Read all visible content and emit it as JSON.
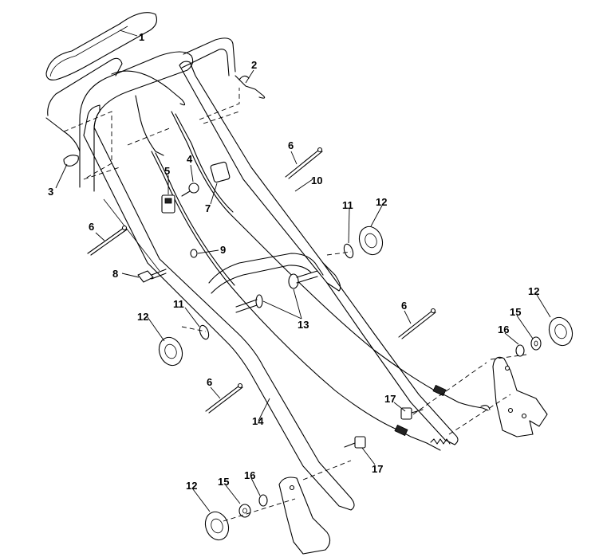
{
  "callouts": [
    {
      "id": "c1",
      "text": "1"
    },
    {
      "id": "c2",
      "text": "2"
    },
    {
      "id": "c3",
      "text": "3"
    },
    {
      "id": "c4",
      "text": "4"
    },
    {
      "id": "c5",
      "text": "5"
    },
    {
      "id": "c6a",
      "text": "6"
    },
    {
      "id": "c6b",
      "text": "6"
    },
    {
      "id": "c6c",
      "text": "6"
    },
    {
      "id": "c6d",
      "text": "6"
    },
    {
      "id": "c7",
      "text": "7"
    },
    {
      "id": "c8",
      "text": "8"
    },
    {
      "id": "c9",
      "text": "9"
    },
    {
      "id": "c10",
      "text": "10"
    },
    {
      "id": "c11a",
      "text": "11"
    },
    {
      "id": "c11b",
      "text": "11"
    },
    {
      "id": "c12a",
      "text": "12"
    },
    {
      "id": "c12b",
      "text": "12"
    },
    {
      "id": "c12c",
      "text": "12"
    },
    {
      "id": "c12d",
      "text": "12"
    },
    {
      "id": "c13",
      "text": "13"
    },
    {
      "id": "c14",
      "text": "14"
    },
    {
      "id": "c15a",
      "text": "15"
    },
    {
      "id": "c15b",
      "text": "15"
    },
    {
      "id": "c16a",
      "text": "16"
    },
    {
      "id": "c16b",
      "text": "16"
    },
    {
      "id": "c17a",
      "text": "17"
    },
    {
      "id": "c17b",
      "text": "17"
    }
  ]
}
